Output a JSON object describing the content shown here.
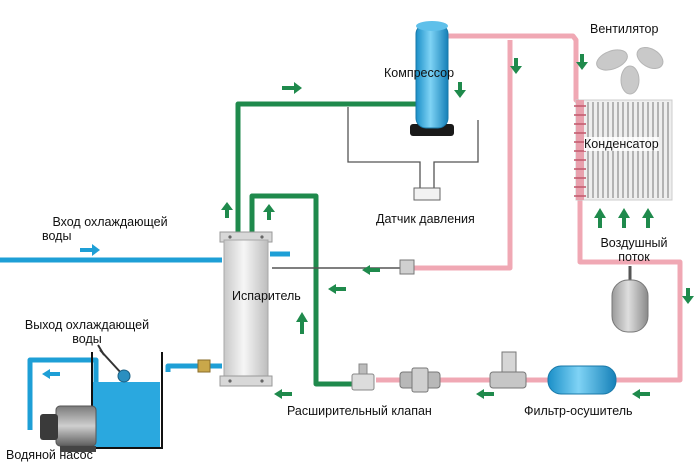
{
  "labels": {
    "compressor": "Компрессор",
    "fan": "Вентилятор",
    "condenser": "Конденсатор",
    "pressure_sensor": "Датчик давления",
    "cooling_water_in_line1": "Вход охлаждающей",
    "cooling_water_in_line2": "воды",
    "evaporator": "Испаритель",
    "air_flow_line1": "Воздушный",
    "air_flow_line2": "поток",
    "cooling_water_out_line1": "Выход охлаждающей",
    "cooling_water_out_line2": "воды",
    "expansion_valve": "Расширительный клапан",
    "filter_drier": "Фильтр-осушитель",
    "water_pump": "Водяной насос"
  },
  "colors": {
    "refrigerant_hot_line": "#f0a8b4",
    "refrigerant_cold_line": "#1f8a4c",
    "water_line": "#1e9fd6",
    "sensor_line": "#555555",
    "arrow_green": "#1f8a4c",
    "arrow_blue": "#1e9fd6"
  }
}
